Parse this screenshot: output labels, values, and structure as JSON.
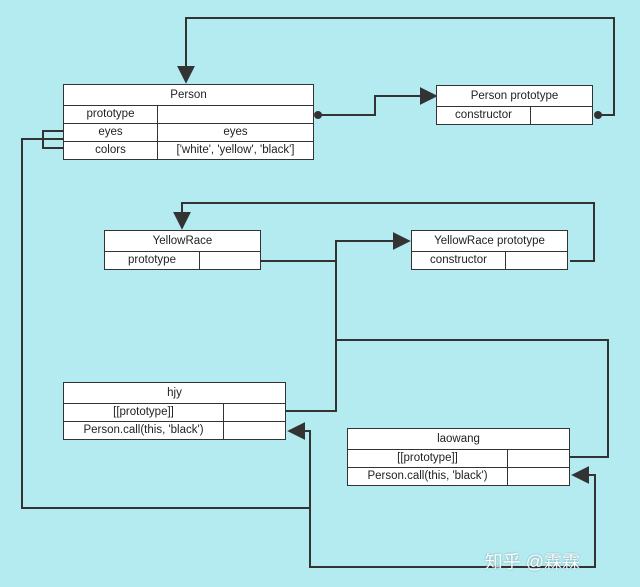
{
  "colors": {
    "background": "#b3ebf1",
    "box": "#ffffff",
    "line": "#333333"
  },
  "person": {
    "title": "Person",
    "rows": [
      {
        "key": "prototype",
        "value": ""
      },
      {
        "key": "eyes",
        "value": "eyes"
      },
      {
        "key": "colors",
        "value": "['white', 'yellow', 'black']"
      }
    ]
  },
  "person_prototype": {
    "title": "Person prototype",
    "rows": [
      {
        "key": "constructor",
        "value": ""
      }
    ]
  },
  "yellowrace": {
    "title": "YellowRace",
    "rows": [
      {
        "key": "prototype",
        "value": ""
      }
    ]
  },
  "yellowrace_prototype": {
    "title": "YellowRace prototype",
    "rows": [
      {
        "key": "constructor",
        "value": ""
      }
    ]
  },
  "hjy": {
    "title": "hjy",
    "rows": [
      {
        "key": "[[prototype]]",
        "value": ""
      },
      {
        "key": "Person.call(this, 'black')",
        "value": ""
      }
    ]
  },
  "laowang": {
    "title": "laowang",
    "rows": [
      {
        "key": "[[prototype]]",
        "value": ""
      },
      {
        "key": "Person.call(this, 'black')",
        "value": ""
      }
    ]
  },
  "watermark": "知乎 @霖霖"
}
